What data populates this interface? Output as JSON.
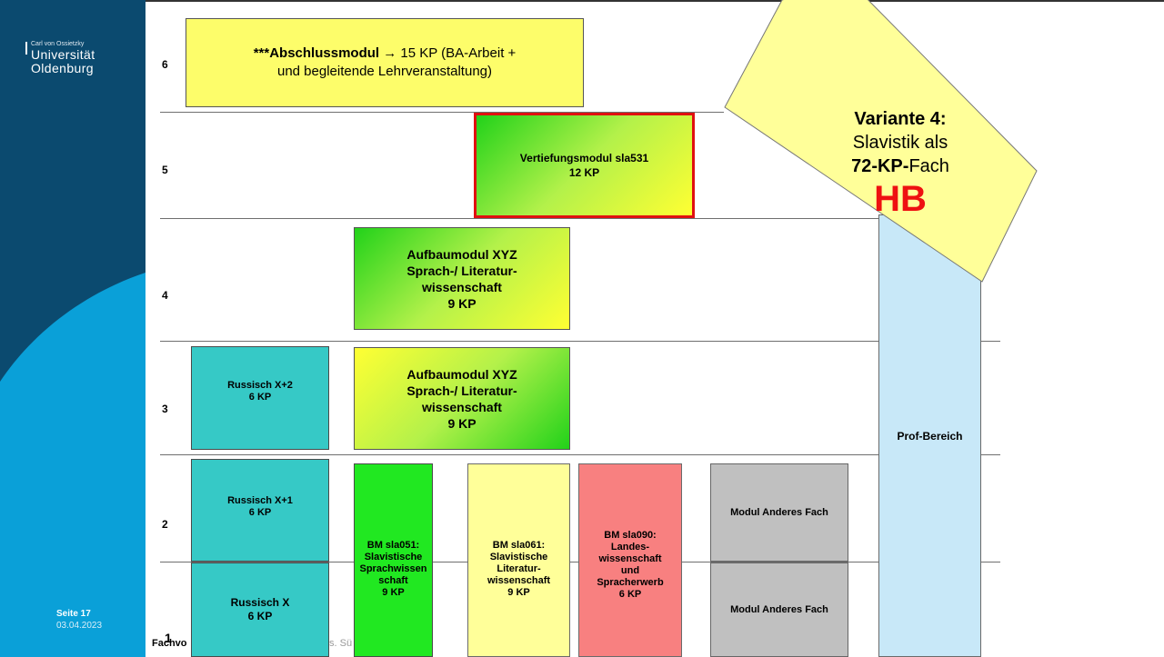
{
  "sidebar": {
    "logo_small": "Carl von Ossietzky",
    "logo_line1": "Universität",
    "logo_line2": "Oldenburg",
    "page": "Seite 17",
    "date": "03.04.2023"
  },
  "semesters": {
    "s6": "6",
    "s5": "5",
    "s4": "4",
    "s3": "3",
    "s2": "2",
    "s1": "1"
  },
  "modules": {
    "abschluss_bold": "***Abschlussmodul",
    "abschluss_rest": " → 15 KP (BA-Arbeit +",
    "abschluss_line2": "und begleitende Lehrveranstaltung)",
    "vertiefung_line1": "Vertiefungsmodul sla531",
    "vertiefung_line2": "12 KP",
    "aufbau4": [
      "Aufbaumodul XYZ",
      "Sprach-/ Literatur-",
      "wissenschaft",
      "9 KP"
    ],
    "aufbau3": [
      "Aufbaumodul XYZ",
      "Sprach-/ Literatur-",
      "wissenschaft",
      "9 KP"
    ],
    "russisch_x2": [
      "Russisch X+2",
      "6 KP"
    ],
    "russisch_x1": [
      "Russisch X+1",
      "6 KP"
    ],
    "russisch_x": [
      "Russisch X",
      "6 KP"
    ],
    "bm051": [
      "BM sla051:",
      "Slavistische",
      "Sprachwissen",
      "schaft",
      "9 KP"
    ],
    "bm061": [
      "BM sla061:",
      "Slavistische",
      "Literatur-",
      "wissenschaft",
      "9 KP"
    ],
    "bm090": [
      "BM sla090:",
      "Landes-",
      "wissenschaft",
      "und",
      "Spracherwerb",
      "6 KP"
    ],
    "anderes_fach_1": "Modul Anderes Fach",
    "anderes_fach_2": "Modul Anderes Fach",
    "prof": "Prof-Bereich"
  },
  "variant": {
    "title": "Variante 4:",
    "line2": "Slavistik als",
    "line3_bold": "72-KP-",
    "line3_rest": "Fach",
    "code": "HB"
  },
  "footer": {
    "left": "Fachvo",
    "right": "s. Sü"
  },
  "colors": {
    "sidebar": "#0b4a6f",
    "accent_blue": "#0aa0d8",
    "hb_red": "#ee1111"
  }
}
